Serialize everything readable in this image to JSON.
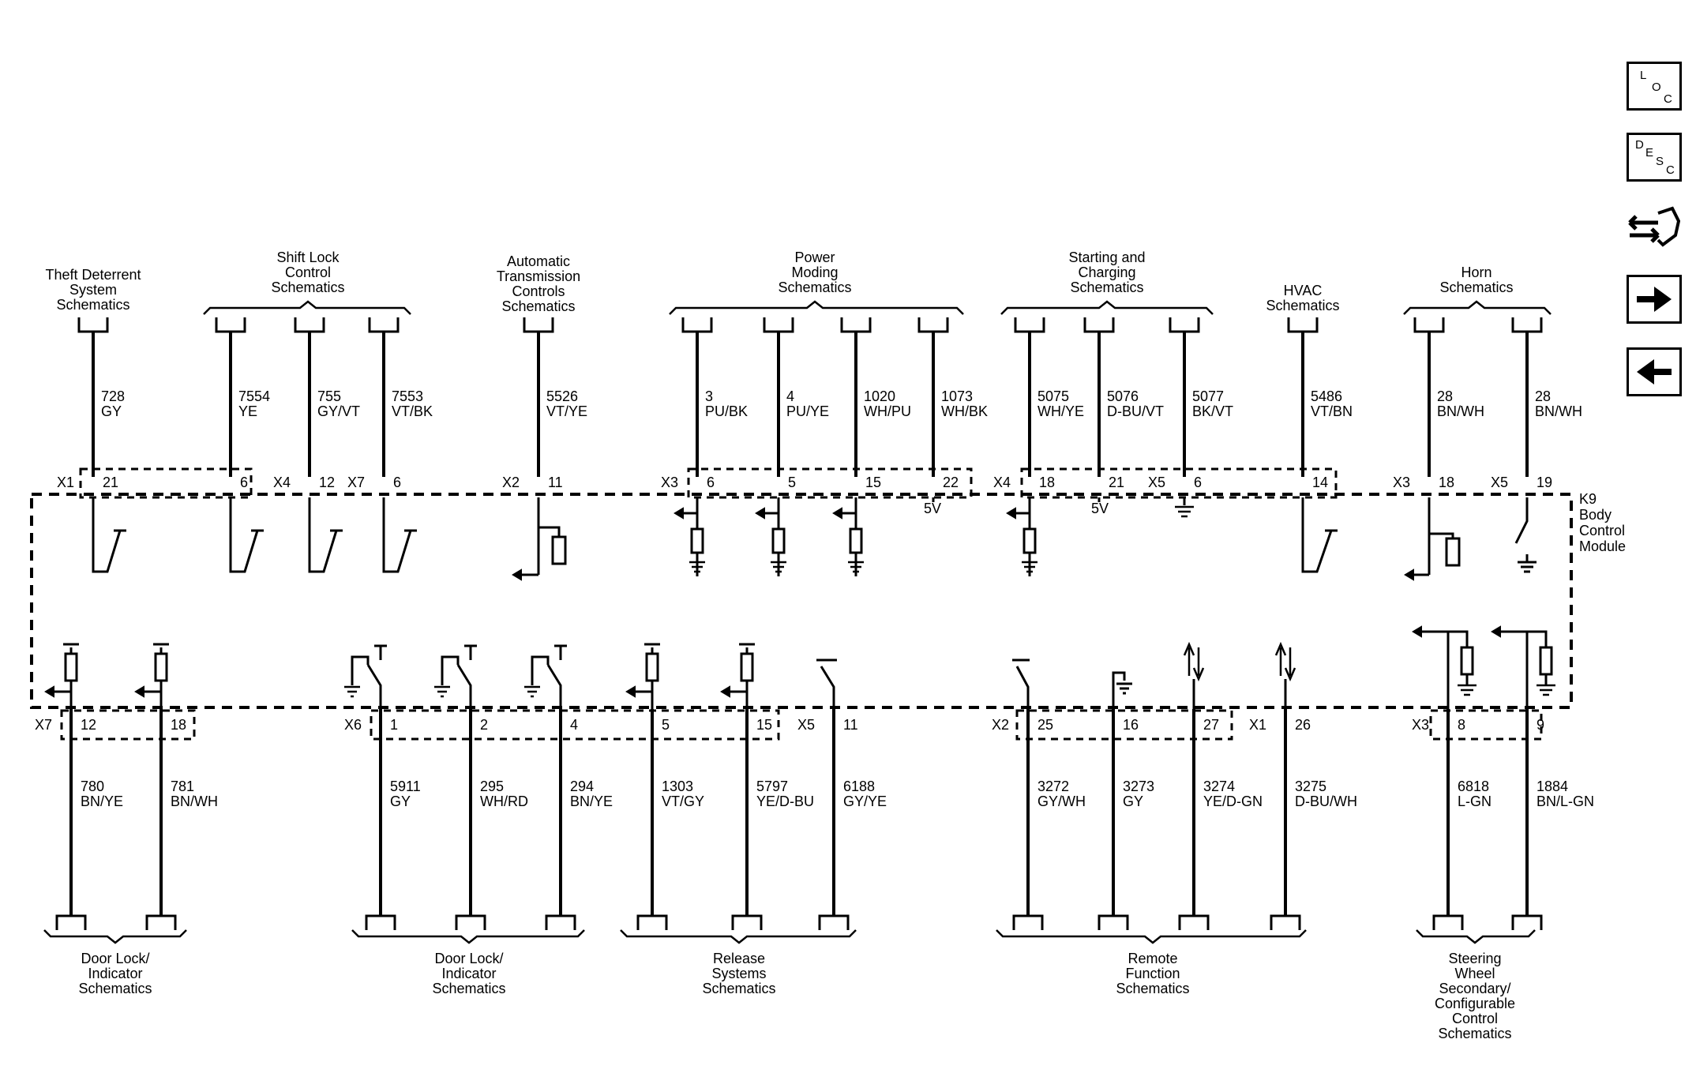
{
  "module": {
    "name": "K9",
    "desc": [
      "Body",
      "Control",
      "Module"
    ]
  },
  "nav": {
    "loc": [
      "L",
      "O",
      "C"
    ],
    "desc": [
      "D",
      "E",
      "S",
      "C"
    ]
  },
  "top_groups": [
    {
      "label": [
        "Theft Deterrent",
        "System",
        "Schematics"
      ]
    },
    {
      "label": [
        "Shift Lock",
        "Control",
        "Schematics"
      ]
    },
    {
      "label": [
        "Automatic",
        "Transmission",
        "Controls",
        "Schematics"
      ]
    },
    {
      "label": [
        "Power",
        "Moding",
        "Schematics"
      ]
    },
    {
      "label": [
        "Starting and",
        "Charging",
        "Schematics"
      ]
    },
    {
      "label": [
        "HVAC",
        "Schematics"
      ]
    },
    {
      "label": [
        "Horn",
        "Schematics"
      ]
    }
  ],
  "bottom_groups": [
    {
      "label": [
        "Door Lock/",
        "Indicator",
        "Schematics"
      ]
    },
    {
      "label": [
        "Door Lock/",
        "Indicator",
        "Schematics"
      ]
    },
    {
      "label": [
        "Release",
        "Systems",
        "Schematics"
      ]
    },
    {
      "label": [
        "Remote",
        "Function",
        "Schematics"
      ]
    },
    {
      "label": [
        "Steering",
        "Wheel",
        "Secondary/",
        "Configurable",
        "Control",
        "Schematics"
      ]
    }
  ],
  "top_wires": [
    {
      "circuit": "728",
      "color": "GY",
      "conn": "X1",
      "pin": "21"
    },
    {
      "circuit": "7554",
      "color": "YE",
      "conn": "",
      "pin": "6"
    },
    {
      "circuit": "755",
      "color": "GY/VT",
      "conn": "X4",
      "pin": "12"
    },
    {
      "circuit": "7553",
      "color": "VT/BK",
      "conn": "X7",
      "pin": "6"
    },
    {
      "circuit": "5526",
      "color": "VT/YE",
      "conn": "X2",
      "pin": "11"
    },
    {
      "circuit": "3",
      "color": "PU/BK",
      "conn": "X3",
      "pin": "6"
    },
    {
      "circuit": "4",
      "color": "PU/YE",
      "conn": "",
      "pin": "5"
    },
    {
      "circuit": "1020",
      "color": "WH/PU",
      "conn": "",
      "pin": "15"
    },
    {
      "circuit": "1073",
      "color": "WH/BK",
      "conn": "",
      "pin": "22"
    },
    {
      "circuit": "5075",
      "color": "WH/YE",
      "conn": "X4",
      "pin": "18"
    },
    {
      "circuit": "5076",
      "color": "D-BU/VT",
      "conn": "",
      "pin": "21"
    },
    {
      "circuit": "5077",
      "color": "BK/VT",
      "conn": "X5",
      "pin": "6"
    },
    {
      "circuit": "5486",
      "color": "VT/BN",
      "conn": "",
      "pin": "14"
    },
    {
      "circuit": "28",
      "color": "BN/WH",
      "conn": "X3",
      "pin": "18"
    },
    {
      "circuit": "28",
      "color": "BN/WH",
      "conn": "X5",
      "pin": "19"
    }
  ],
  "bottom_wires": [
    {
      "circuit": "780",
      "color": "BN/YE",
      "conn": "X7",
      "pin": "12"
    },
    {
      "circuit": "781",
      "color": "BN/WH",
      "conn": "",
      "pin": "18"
    },
    {
      "circuit": "5911",
      "color": "GY",
      "conn": "X6",
      "pin": "1"
    },
    {
      "circuit": "295",
      "color": "WH/RD",
      "conn": "",
      "pin": "2"
    },
    {
      "circuit": "294",
      "color": "BN/YE",
      "conn": "",
      "pin": "4"
    },
    {
      "circuit": "1303",
      "color": "VT/GY",
      "conn": "",
      "pin": "5"
    },
    {
      "circuit": "5797",
      "color": "YE/D-BU",
      "conn": "",
      "pin": "15"
    },
    {
      "circuit": "6188",
      "color": "GY/YE",
      "conn": "X5",
      "pin": "11"
    },
    {
      "circuit": "3272",
      "color": "GY/WH",
      "conn": "X2",
      "pin": "25"
    },
    {
      "circuit": "3273",
      "color": "GY",
      "conn": "",
      "pin": "16"
    },
    {
      "circuit": "3274",
      "color": "YE/D-GN",
      "conn": "",
      "pin": "27"
    },
    {
      "circuit": "3275",
      "color": "D-BU/WH",
      "conn": "X1",
      "pin": "26"
    },
    {
      "circuit": "6818",
      "color": "L-GN",
      "conn": "X3",
      "pin": "8"
    },
    {
      "circuit": "1884",
      "color": "BN/L-GN",
      "conn": "",
      "pin": "9"
    }
  ],
  "voltage_labels": [
    "5V",
    "5V"
  ]
}
